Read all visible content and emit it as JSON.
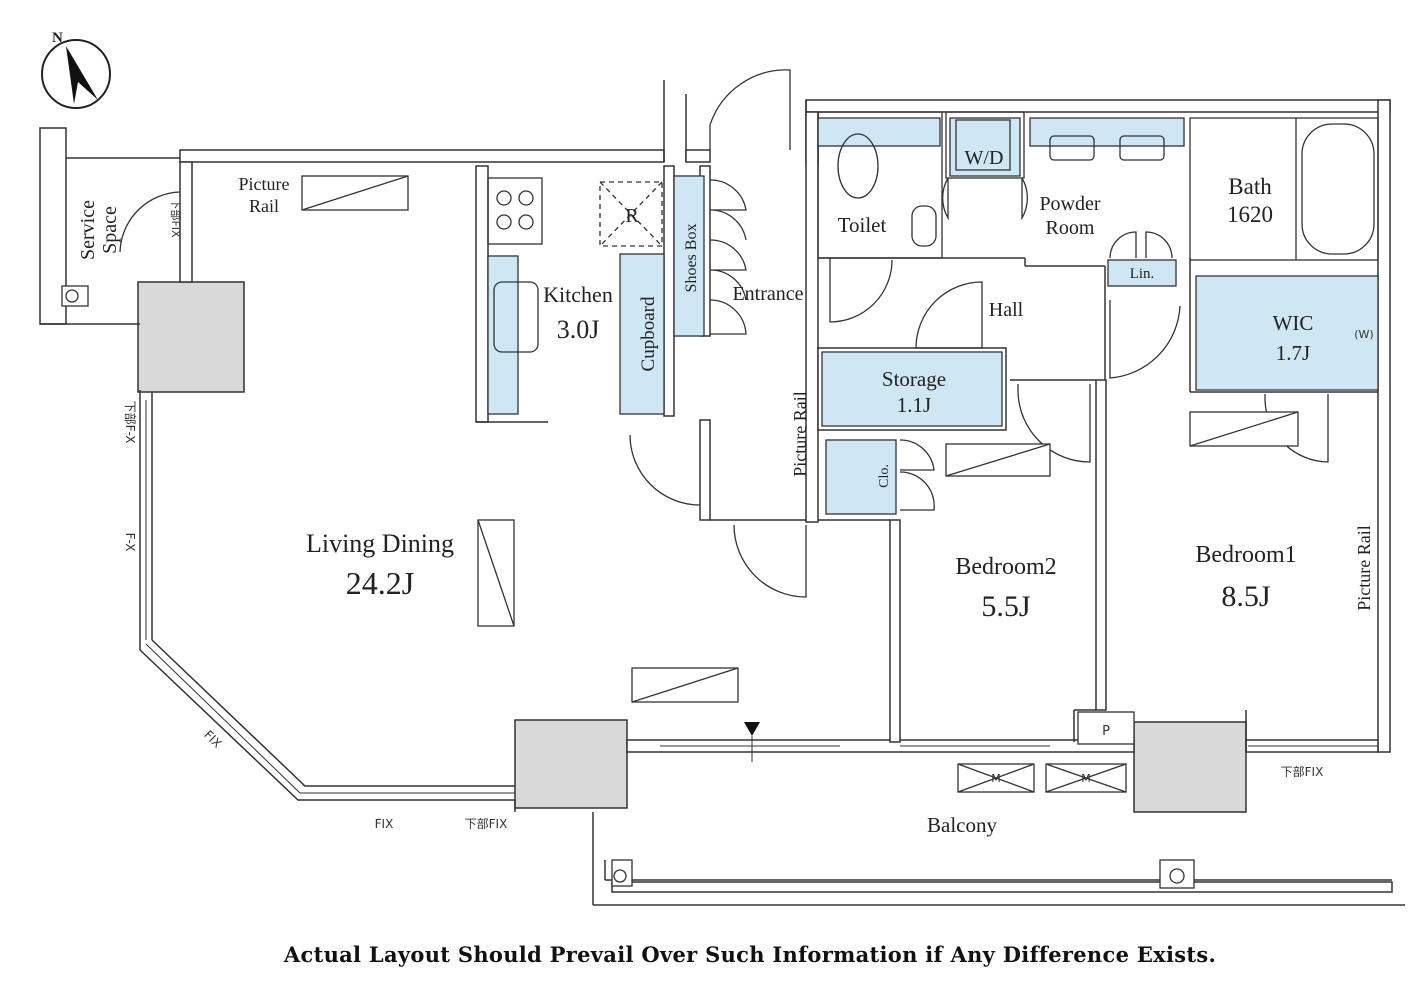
{
  "compass": {
    "north_label": "N"
  },
  "rooms": {
    "living": {
      "name": "Living Dining",
      "size": "24.2J"
    },
    "kitchen": {
      "name": "Kitchen",
      "size": "3.0J"
    },
    "bedroom1": {
      "name": "Bedroom1",
      "size": "8.5J"
    },
    "bedroom2": {
      "name": "Bedroom2",
      "size": "5.5J"
    },
    "storage": {
      "name": "Storage",
      "size": "1.1J"
    },
    "wic": {
      "name": "WIC",
      "size": "1.7J"
    },
    "bath": {
      "name": "Bath",
      "size": "1620"
    },
    "toilet": "Toilet",
    "powder": {
      "line1": "Powder",
      "line2": "Room"
    },
    "hall": "Hall",
    "entrance": "Entrance",
    "balcony": "Balcony",
    "service": {
      "line1": "Service",
      "line2": "Space"
    }
  },
  "fixtures": {
    "picture_rail_top": {
      "line1": "Picture",
      "line2": "Rail"
    },
    "picture_rail": "Picture Rail",
    "cupboard": "Cupboard",
    "shoes_box": "Shoes Box",
    "refrigerator": "R",
    "washer_dryer": "W/D",
    "linen": "Lin.",
    "closet": "Clo.",
    "wic_w": "(W)",
    "pipe_space": "P",
    "meter": "M"
  },
  "window_labels": {
    "fix": "FIX",
    "lower_fix": "下部FIX",
    "lower_fix_vertical": "下部F-X",
    "fix_vertical": "F-X"
  },
  "disclaimer": "Actual Layout Should Prevail Over Such Information if Any Difference Exists.",
  "colors": {
    "storage_fill": "#cfe6f5",
    "wall": "#ffffff",
    "wall_stroke": "#333333",
    "shaft": "#d9d9d9"
  }
}
